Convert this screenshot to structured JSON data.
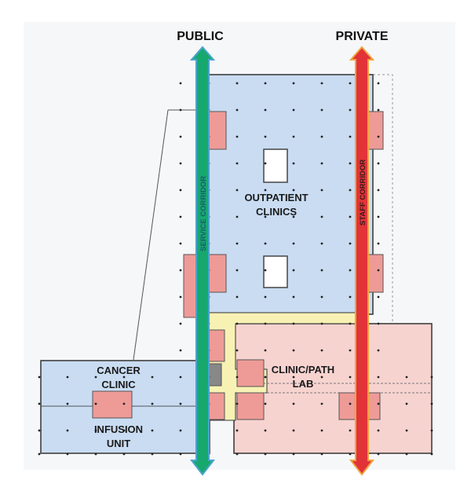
{
  "labels": {
    "public": "PUBLIC",
    "private": "PRIVATE",
    "service_corridor": "SERVICE CORRIDOR",
    "staff_corridor": "STAFF CORRIDOR",
    "outpatient_1": "OUTPATIENT",
    "outpatient_2": "CLINICS",
    "cancer_1": "CANCER",
    "cancer_2": "CLINIC",
    "infusion_1": "INFUSION",
    "infusion_2": "UNIT",
    "lab_1": "CLINIC/PATH",
    "lab_2": "LAB"
  },
  "colors": {
    "zone_blue": "#c9dcf2",
    "zone_pink": "#f7d3d0",
    "zone_yellow": "#f7f2b4",
    "core_pink": "#ee9b97",
    "public_arrow": "#17a86e",
    "public_outline": "#4aa3cf",
    "private_arrow": "#e23338",
    "private_outline": "#f0a23c"
  }
}
